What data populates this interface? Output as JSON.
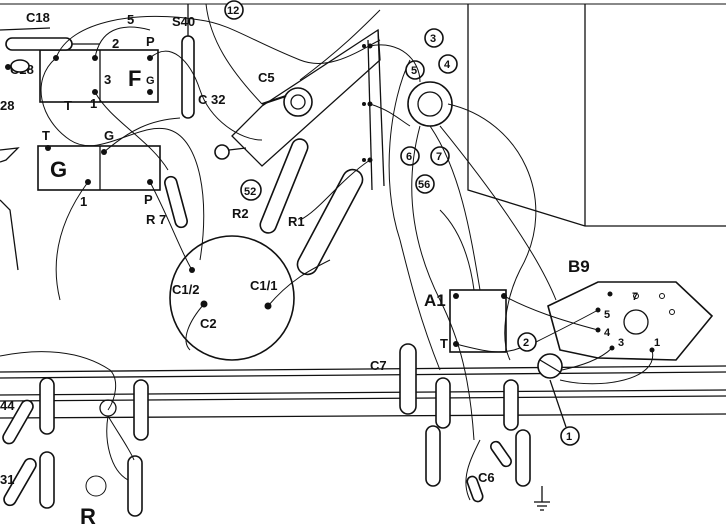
{
  "labels": {
    "c18": "C18",
    "n5_top": "5",
    "n2_top": "2",
    "p_top": "P",
    "s40": "S40",
    "c28": "C28",
    "n3": "3",
    "f_big": "F",
    "g_small": "G",
    "t_upper": "T",
    "n1_upper": "1",
    "c32": "C 32",
    "n28": "28",
    "c5": "C5",
    "t_g": "T",
    "g_mid": "G",
    "g_big": "G",
    "n1_g": "1",
    "p_g": "P",
    "r7": "R 7",
    "s2": "52",
    "r2": "R2",
    "r1": "R1",
    "c1_2": "C1/2",
    "c1_1": "C1/1",
    "c2": "C2",
    "pin3": "3",
    "pin4": "4",
    "pin5": "5",
    "pin6": "6",
    "pin7": "7",
    "pin56": "56",
    "pin12": "12",
    "b9": "B9",
    "b9_7": "7",
    "b9_5": "5",
    "b9_4": "4",
    "b9_3": "3",
    "b9_1": "1",
    "a1": "A1",
    "a1_t": "T",
    "c7": "C7",
    "sw2": "2",
    "sw1": "1",
    "c6": "C6",
    "r_bottom": "R",
    "n44": "44",
    "n31": "31"
  }
}
